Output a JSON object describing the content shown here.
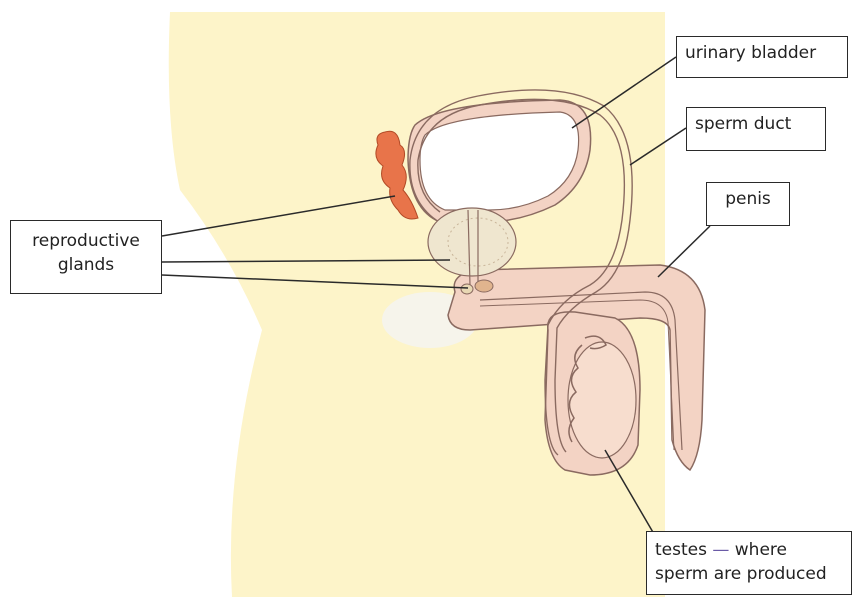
{
  "labels": {
    "urinary_bladder": "urinary bladder",
    "sperm_duct": "sperm duct",
    "penis": "penis",
    "reproductive_glands_line1": "reproductive",
    "reproductive_glands_line2": "glands",
    "testes_line1_word": "testes",
    "testes_line1_dash": "—",
    "testes_line1_rest": "where",
    "testes_line2": "sperm are produced"
  },
  "colors": {
    "body_background": "#fdf4c9",
    "tissue": "#f3d3c4",
    "tissue_outline": "#8a6a60",
    "gland_orange": "#e8744a",
    "prostate": "#efe6cf",
    "leader_line": "#2a2a2a"
  }
}
